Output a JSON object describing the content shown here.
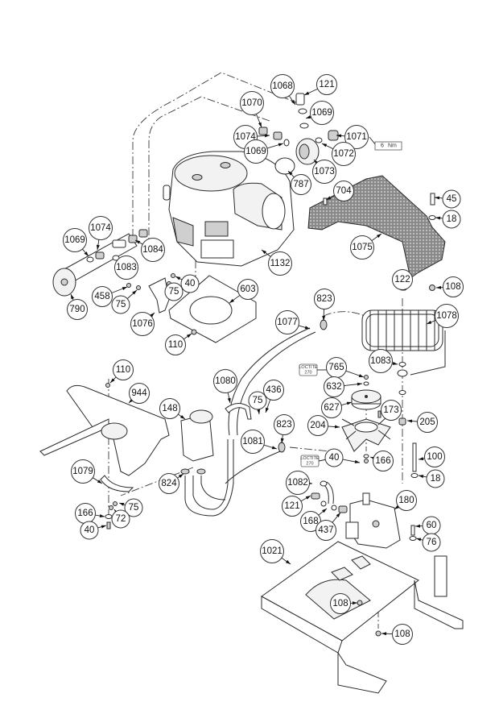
{
  "diagram": {
    "type": "exploded-parts-diagram",
    "subject": "Engine, oil cooler and hydraulic fan assembly"
  },
  "callouts": [
    {
      "id": "c1068a",
      "label": "1068",
      "part": "fitting"
    },
    {
      "id": "c121a",
      "label": "121",
      "part": "banjo-bolt"
    },
    {
      "id": "c1070",
      "label": "1070",
      "part": "fitting"
    },
    {
      "id": "c1069a",
      "label": "1069",
      "part": "o-ring"
    },
    {
      "id": "c1074a",
      "label": "1074",
      "part": "fitting"
    },
    {
      "id": "c1069b",
      "label": "1069",
      "part": "o-ring"
    },
    {
      "id": "c1071",
      "label": "1071",
      "part": "plug"
    },
    {
      "id": "c1072",
      "label": "1072",
      "part": "o-ring"
    },
    {
      "id": "c1073",
      "label": "1073",
      "part": "oil-filter-adapter"
    },
    {
      "id": "c787",
      "label": "787",
      "part": "gasket"
    },
    {
      "id": "c704",
      "label": "704",
      "part": "screw"
    },
    {
      "id": "c45",
      "label": "45",
      "part": "bolt"
    },
    {
      "id": "c18a",
      "label": "18",
      "part": "washer"
    },
    {
      "id": "c1075",
      "label": "1075",
      "part": "perforated-guard"
    },
    {
      "id": "c1069c",
      "label": "1069",
      "part": "o-ring"
    },
    {
      "id": "c1074b",
      "label": "1074",
      "part": "fitting"
    },
    {
      "id": "c1084",
      "label": "1084",
      "part": "fitting"
    },
    {
      "id": "c1083a",
      "label": "1083",
      "part": "o-ring"
    },
    {
      "id": "c1132",
      "label": "1132",
      "part": "engine"
    },
    {
      "id": "c790",
      "label": "790",
      "part": "oil-filter"
    },
    {
      "id": "c458",
      "label": "458",
      "part": "screw"
    },
    {
      "id": "c75a",
      "label": "75",
      "part": "washer"
    },
    {
      "id": "c75b",
      "label": "75",
      "part": "washer"
    },
    {
      "id": "c40a",
      "label": "40",
      "part": "bolt"
    },
    {
      "id": "c603",
      "label": "603",
      "part": "engine-plate"
    },
    {
      "id": "c1076",
      "label": "1076",
      "part": "bracket"
    },
    {
      "id": "c110a",
      "label": "110",
      "part": "nut"
    },
    {
      "id": "c122",
      "label": "122",
      "part": "bolt"
    },
    {
      "id": "c108a",
      "label": "108",
      "part": "nut"
    },
    {
      "id": "c823a",
      "label": "823",
      "part": "hose-clamp"
    },
    {
      "id": "c1077",
      "label": "1077",
      "part": "hose"
    },
    {
      "id": "c1078",
      "label": "1078",
      "part": "oil-cooler-coil"
    },
    {
      "id": "c1083b",
      "label": "1083",
      "part": "o-ring"
    },
    {
      "id": "c765",
      "label": "765",
      "part": "screw"
    },
    {
      "id": "c632",
      "label": "632",
      "part": "washer"
    },
    {
      "id": "c627",
      "label": "627",
      "part": "pulley"
    },
    {
      "id": "c173",
      "label": "173",
      "part": "key"
    },
    {
      "id": "c204",
      "label": "204",
      "part": "fan"
    },
    {
      "id": "c205",
      "label": "205",
      "part": "fitting"
    },
    {
      "id": "c110b",
      "label": "110",
      "part": "nut"
    },
    {
      "id": "c944",
      "label": "944",
      "part": "frame-guard"
    },
    {
      "id": "c1080",
      "label": "1080",
      "part": "clamp"
    },
    {
      "id": "c436",
      "label": "436",
      "part": "screw"
    },
    {
      "id": "c75c",
      "label": "75",
      "part": "washer"
    },
    {
      "id": "c148",
      "label": "148",
      "part": "reservoir"
    },
    {
      "id": "c823b",
      "label": "823",
      "part": "hose-clamp"
    },
    {
      "id": "c1081",
      "label": "1081",
      "part": "hose"
    },
    {
      "id": "c40b",
      "label": "40",
      "part": "bolt"
    },
    {
      "id": "c166a",
      "label": "166",
      "part": "washer"
    },
    {
      "id": "c100",
      "label": "100",
      "part": "bolt"
    },
    {
      "id": "c18b",
      "label": "18",
      "part": "washer"
    },
    {
      "id": "c1079",
      "label": "1079",
      "part": "strap"
    },
    {
      "id": "c824",
      "label": "824",
      "part": "hose-clamp"
    },
    {
      "id": "c1082",
      "label": "1082",
      "part": "elbow-fitting"
    },
    {
      "id": "c75d",
      "label": "75",
      "part": "washer"
    },
    {
      "id": "c72",
      "label": "72",
      "part": "nut"
    },
    {
      "id": "c166b",
      "label": "166",
      "part": "washer"
    },
    {
      "id": "c40c",
      "label": "40",
      "part": "bolt"
    },
    {
      "id": "c121b",
      "label": "121",
      "part": "banjo-bolt"
    },
    {
      "id": "c168",
      "label": "168",
      "part": "o-ring"
    },
    {
      "id": "c437",
      "label": "437",
      "part": "fitting"
    },
    {
      "id": "c180",
      "label": "180",
      "part": "hydraulic-motor"
    },
    {
      "id": "c60",
      "label": "60",
      "part": "bolt"
    },
    {
      "id": "c76",
      "label": "76",
      "part": "washer"
    },
    {
      "id": "c1021",
      "label": "1021",
      "part": "chassis-frame"
    },
    {
      "id": "c108b",
      "label": "108",
      "part": "nut"
    },
    {
      "id": "c108c",
      "label": "108",
      "part": "nut"
    }
  ],
  "notes": {
    "threadlocker_1": {
      "line1": "LOCTITE",
      "line2": "270"
    },
    "threadlocker_2": {
      "line1": "LOCTITE",
      "line2": "270"
    },
    "torque_1071": {
      "value": "6",
      "unit": "Nm"
    }
  }
}
